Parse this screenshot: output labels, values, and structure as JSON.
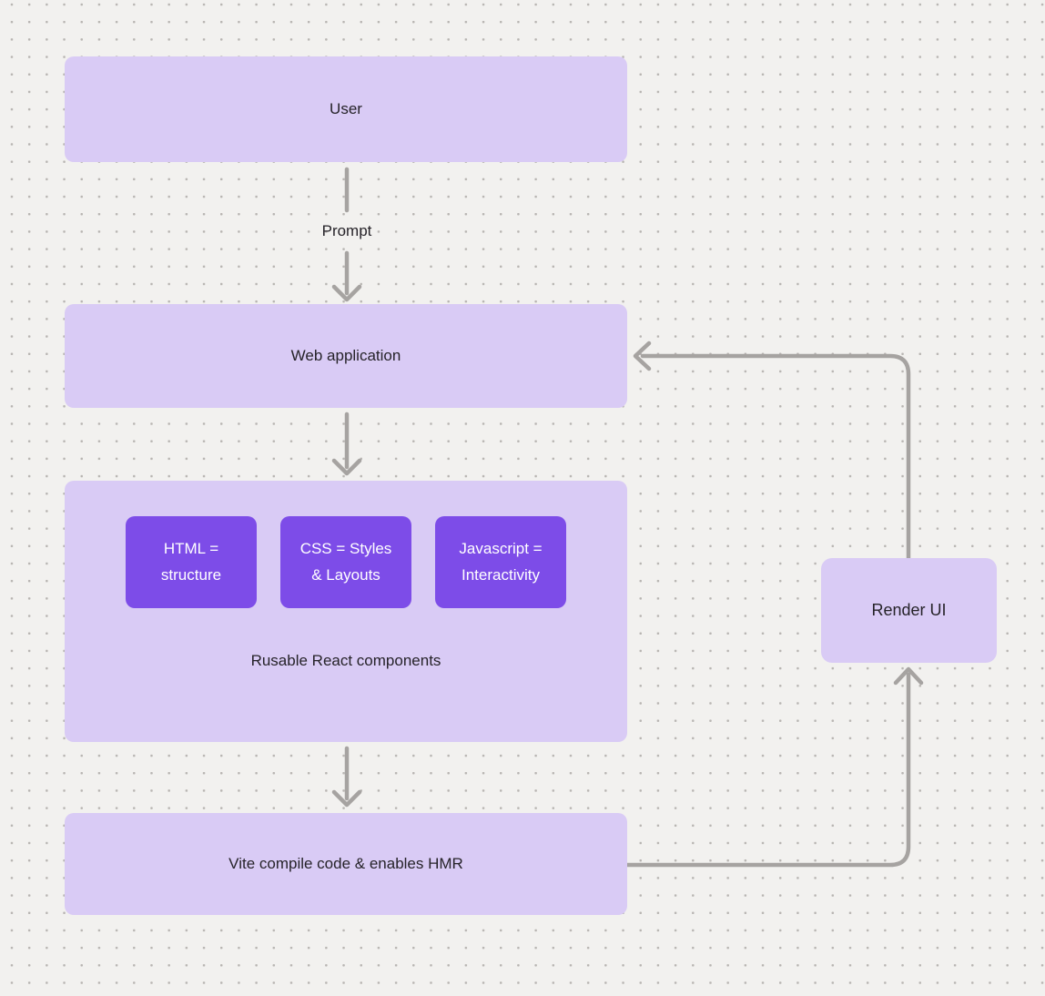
{
  "diagram": {
    "palette": {
      "canvas_bg": "#f2f1ef",
      "dot_color": "#b8b5b2",
      "node_fill": "#d9cbf5",
      "chip_fill": "#7d4ce8",
      "connector": "#a6a3a1",
      "text_dark": "#262329",
      "text_light": "#ffffff"
    },
    "nodes": {
      "user": {
        "label": "User"
      },
      "web_application": {
        "label": "Web application"
      },
      "components": {
        "caption": "Rusable React components",
        "chips": [
          {
            "label": "HTML = structure",
            "lines": [
              "HTML =",
              "structure"
            ]
          },
          {
            "label": "CSS = Styles & Layouts",
            "lines": [
              "CSS = Styles",
              "& Layouts"
            ]
          },
          {
            "label": "Javascript = Interactivity",
            "lines": [
              "Javascript =",
              "Interactivity"
            ]
          }
        ]
      },
      "vite": {
        "label": "Vite compile code & enables HMR"
      },
      "render_ui": {
        "label": "Render UI"
      }
    },
    "edges": [
      {
        "from": "user",
        "to": "web_application",
        "label": "Prompt"
      },
      {
        "from": "web_application",
        "to": "components"
      },
      {
        "from": "components",
        "to": "vite"
      },
      {
        "from": "vite",
        "to": "render_ui"
      },
      {
        "from": "render_ui",
        "to": "web_application"
      }
    ]
  }
}
